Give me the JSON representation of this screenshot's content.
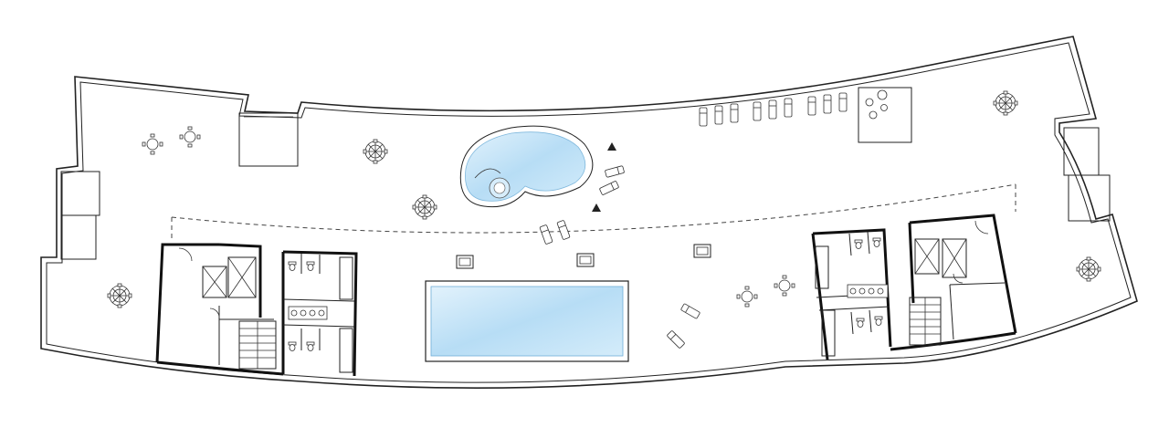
{
  "plan": {
    "kind": "rooftop-floor-plan",
    "colors": {
      "wall": "#222222",
      "background": "#ffffff",
      "water_light": "#d8eefb",
      "water_mid": "#b5dcf5",
      "water_edge": "#8fc4e8",
      "furniture": "#333333"
    },
    "pools": [
      {
        "name": "free-form-pool",
        "shape": "kidney"
      },
      {
        "name": "lap-pool",
        "shape": "rectangle"
      }
    ],
    "icons": [
      "umbrella-table-icon",
      "cafe-table-icon",
      "sun-lounger-icon",
      "stair-icon",
      "elevator-icon",
      "toilet-icon",
      "planter-icon",
      "jacuzzi-icon"
    ]
  }
}
